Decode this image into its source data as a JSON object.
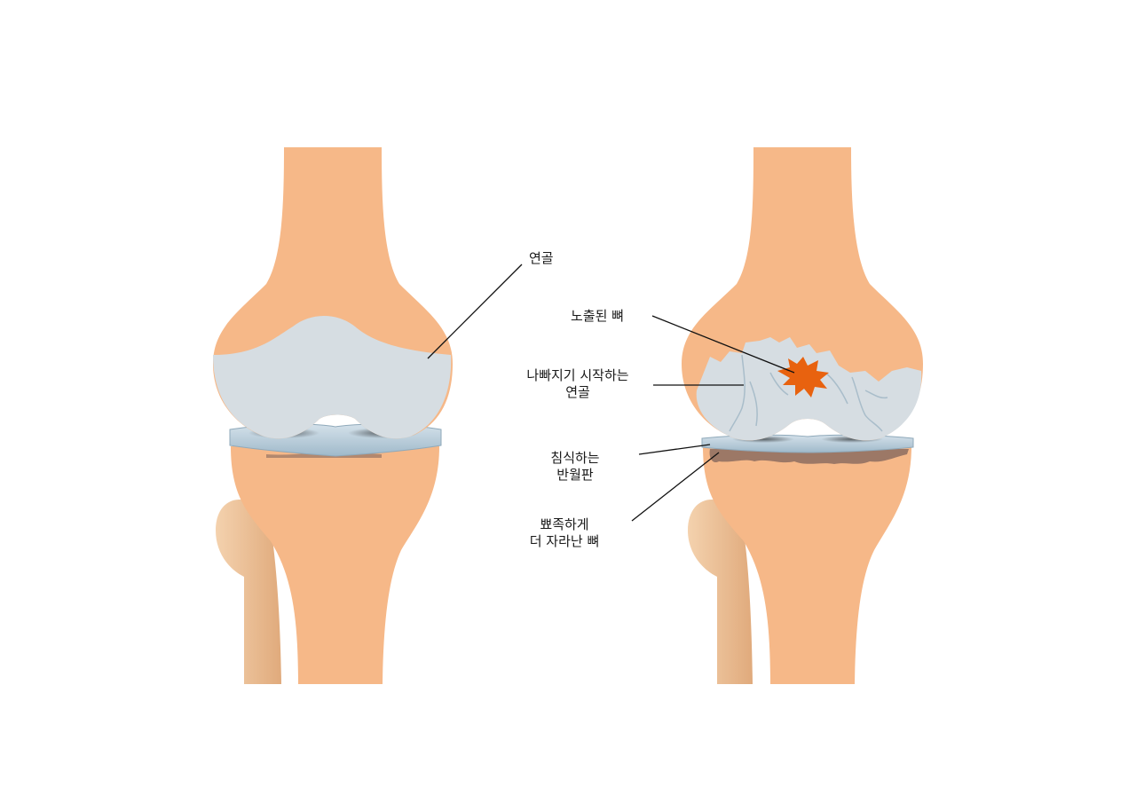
{
  "labels": {
    "cartilage": "연골",
    "exposed_bone": "노출된 뼈",
    "deteriorating_cartilage_line1": "나빠지기 시작하는",
    "deteriorating_cartilage_line2": "연골",
    "eroding_meniscus_line1": "침식하는",
    "eroding_meniscus_line2": "반월판",
    "bone_spur_line1": "뾰족하게",
    "bone_spur_line2": "더 자라난 뼈"
  },
  "colors": {
    "bone": "#f6b888",
    "fibula_light": "#f3cfa8",
    "fibula_dark": "#e2ae80",
    "cartilage": "#d6dde2",
    "meniscus": "#b9cedb",
    "meniscus_edge": "#8fa9ba",
    "exposed_bone": "#e8620f",
    "eroded_bone": "#9c7866",
    "crack": "#a9bdca",
    "leader_line": "#111111"
  }
}
